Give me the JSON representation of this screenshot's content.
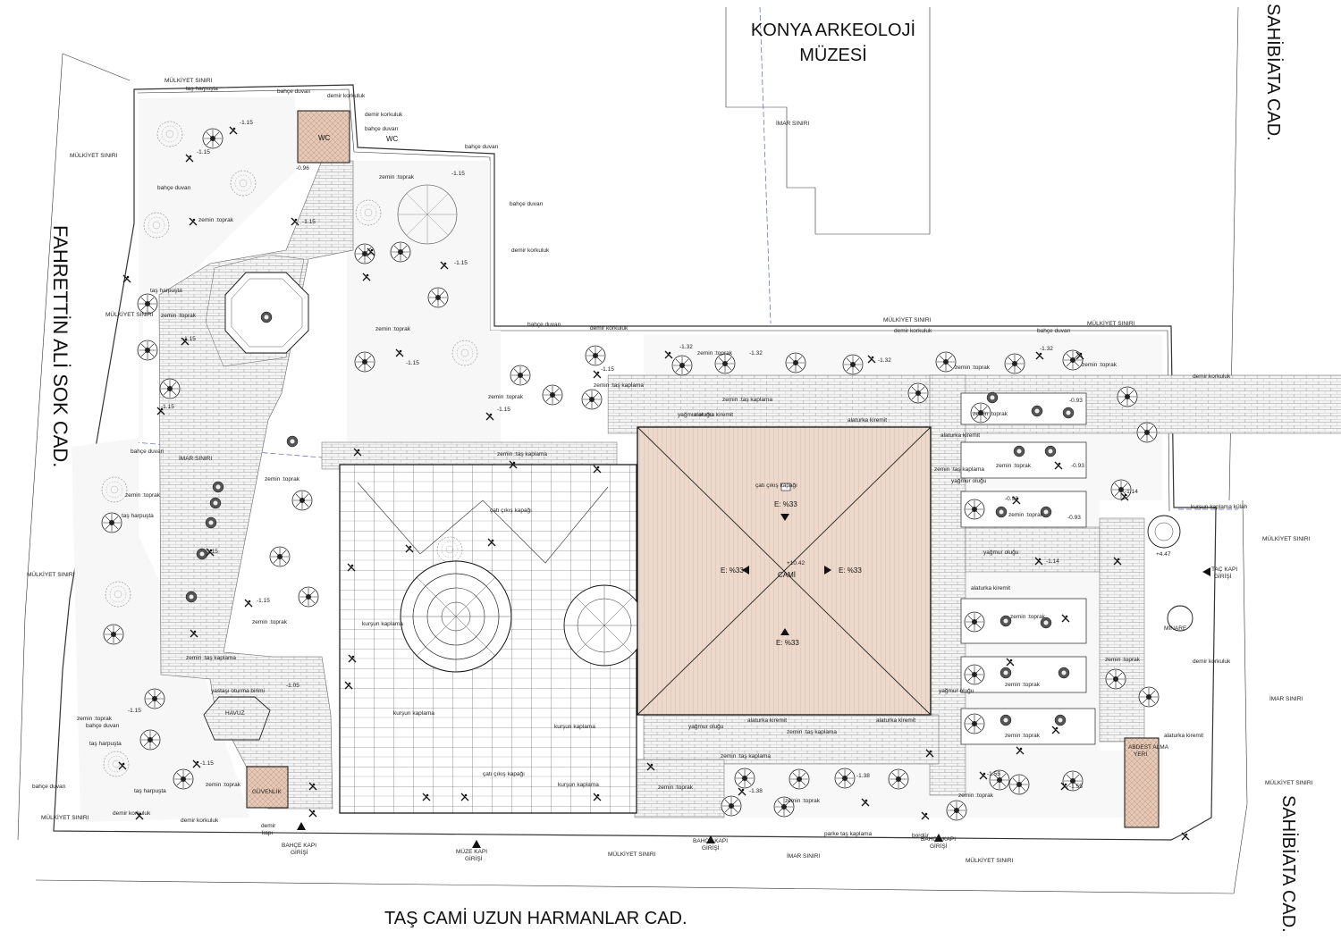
{
  "streets": {
    "top": [
      "KONYA ARKEOLOJİ",
      "MÜZESİ"
    ],
    "left": "FAHRETTİN ALİ SOK CAD.",
    "bottom": "TAŞ CAMİ UZUN HARMANLAR CAD.",
    "right_top": "SAHİBİATA CAD.",
    "right_bottom": "SAHİBİATA CAD."
  },
  "buildings": {
    "wc": "WC",
    "wc_label": "WC",
    "guvenlik": "GÜVENLİK",
    "havuz": "HAVUZ",
    "minare": "MİNARE",
    "cami": "CAMİ",
    "abdest": [
      "ABDEST ALMA",
      "YERİ"
    ]
  },
  "entrances": {
    "bahce_west": [
      "BAHÇE KAPI",
      "GİRİŞİ"
    ],
    "muze": [
      "MÜZE KAPI",
      "GİRİŞİ"
    ],
    "bahce_mid": [
      "BAHÇE KAPI",
      "GİRİŞİ"
    ],
    "bahce_east": [
      "BAHÇE KAPI",
      "GİRİŞİ"
    ],
    "tac": [
      "TAÇ KAPI",
      "GİRİŞİ"
    ]
  },
  "roof": {
    "slope": "E: %33",
    "elevation": "+10.42",
    "hatch": "çatı çıkış kapağı",
    "tile": "alaturka kiremit"
  },
  "materials": {
    "toprak": "zemin :toprak",
    "tas_kaplama": "zemin :taş kaplama",
    "kursun": "kurşun kaplama",
    "parke": "parke taş kaplama",
    "bordur": "bordür",
    "oturma": "yastaşı oturma birimi",
    "yagmur": "yağmur oluğu",
    "kulah": "kurşun kaplama külah"
  },
  "boundaries": {
    "mulkiyet": "MÜLKİYET SINIRI",
    "imar": "İMAR SINIRI",
    "bahce_duvari": "bahçe duvarı",
    "demir_korkuluk": "demir korkuluk",
    "tas_harpusta": "taş harpuşta",
    "demir_kapi": [
      "demir",
      "kapı"
    ]
  },
  "levels": {
    "ground": "-1.15",
    "wc": "-0.96",
    "north": "-1.32",
    "east": "-0.93",
    "east2": "-1.14",
    "east3": "-1.38",
    "south": "-1.55",
    "pool": "-1.05",
    "minare_base": "+4.47"
  }
}
